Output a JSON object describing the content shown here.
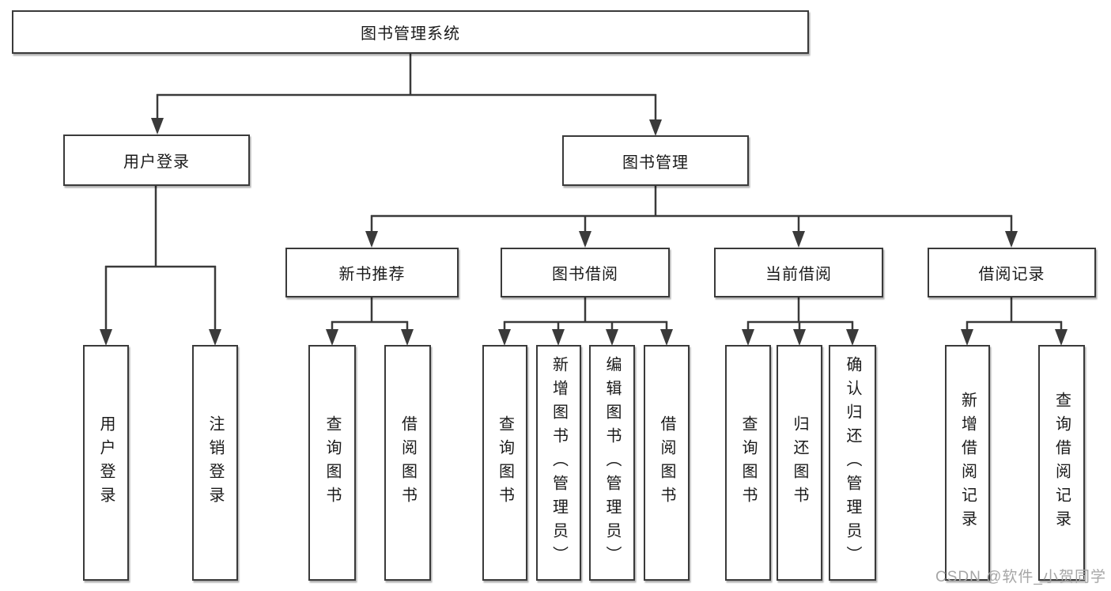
{
  "diagram": {
    "root_label": "图书管理系统",
    "level2": {
      "user_login": "用户登录",
      "book_mgmt": "图书管理"
    },
    "level3": {
      "new_books": "新书推荐",
      "book_borrow": "图书借阅",
      "current_borrow": "当前借阅",
      "borrow_records": "借阅记录"
    },
    "leaves": {
      "user_login": [
        "用户登录",
        "注销登录"
      ],
      "new_books": [
        "查询图书",
        "借阅图书"
      ],
      "book_borrow": [
        "查询图书",
        "新增图书（管理员）",
        "编辑图书（管理员）",
        "借阅图书"
      ],
      "current_borrow": [
        "查询图书",
        "归还图书",
        "确认归还（管理员）"
      ],
      "borrow_records": [
        "新增借阅记录",
        "查询借阅记录"
      ]
    }
  },
  "watermark": {
    "text": "CSDN @软件_小贺同学"
  },
  "colors": {
    "line": "#3a3a3a",
    "border": "#3a3a3a",
    "text": "#1a1a1a",
    "background": "#ffffff",
    "watermark": "#a6a6a6"
  }
}
